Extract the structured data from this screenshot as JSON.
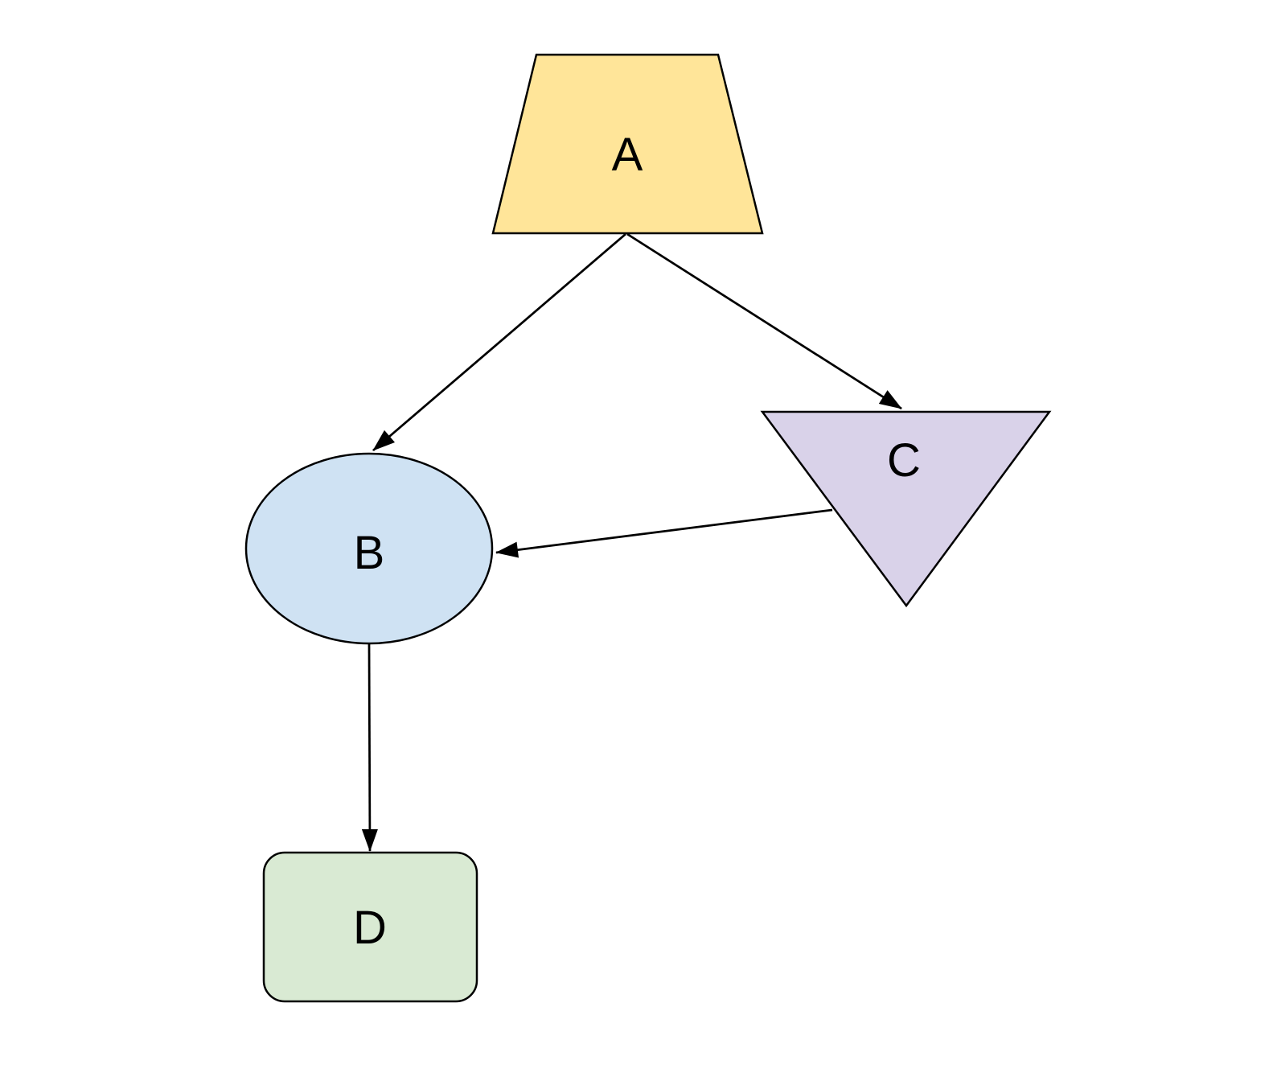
{
  "diagram": {
    "type": "flowchart",
    "background_color": "#ffffff",
    "line_color": "#000000",
    "text_color": "#000000",
    "node_count": 4,
    "edge_count": 4
  },
  "nodes": {
    "a": {
      "label": "A",
      "shape": "trapezoid",
      "fill": "#ffe599"
    },
    "b": {
      "label": "B",
      "shape": "ellipse",
      "fill": "#cfe2f3"
    },
    "c": {
      "label": "C",
      "shape": "inverted-triangle",
      "fill": "#d9d2e9"
    },
    "d": {
      "label": "D",
      "shape": "rounded-rectangle",
      "fill": "#d9ead3"
    }
  },
  "edges": [
    {
      "from": "A",
      "to": "B",
      "directed": true,
      "arrowhead": "filled-triangle"
    },
    {
      "from": "A",
      "to": "C",
      "directed": true,
      "arrowhead": "filled-triangle"
    },
    {
      "from": "C",
      "to": "B",
      "directed": true,
      "arrowhead": "filled-triangle"
    },
    {
      "from": "B",
      "to": "D",
      "directed": true,
      "arrowhead": "filled-triangle"
    }
  ]
}
